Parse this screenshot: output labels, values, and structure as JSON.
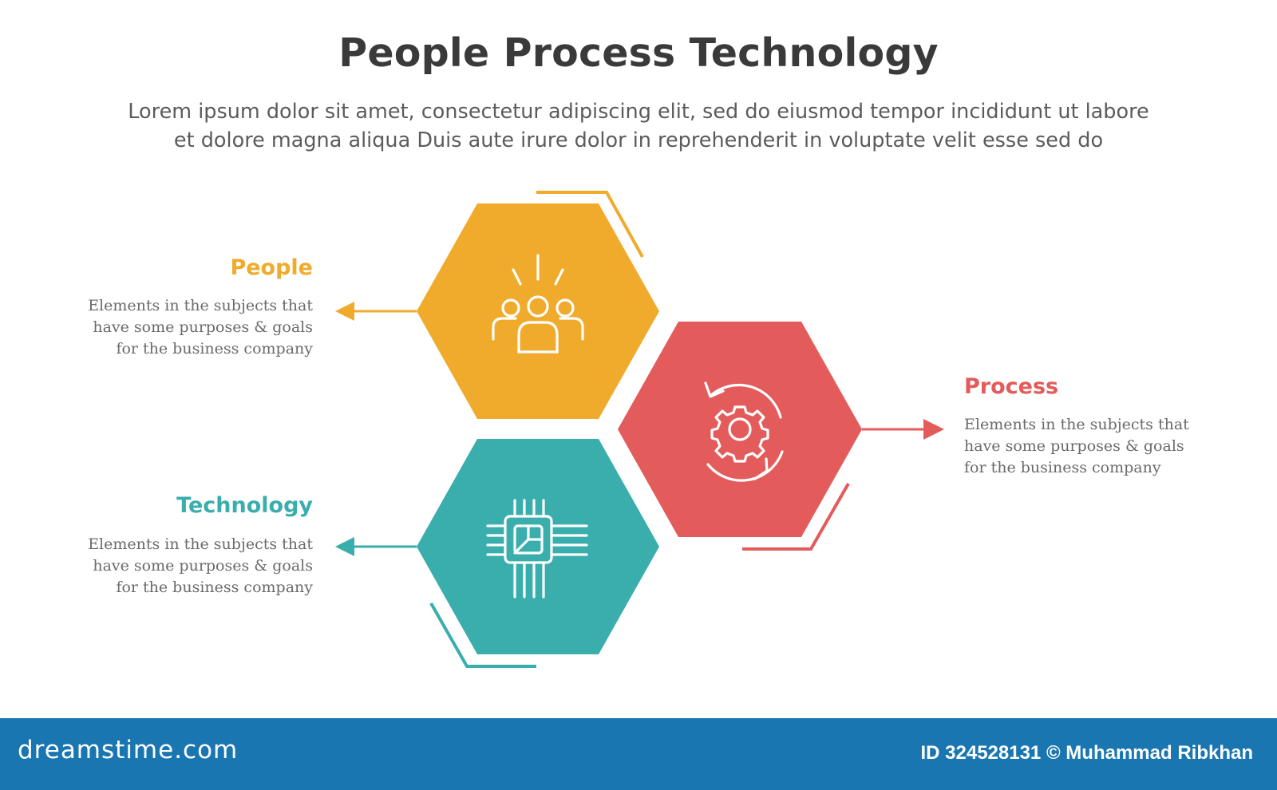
{
  "header": {
    "title": "People Process Technology",
    "subtitle_line1": "Lorem ipsum dolor sit amet, consectetur adipiscing elit, sed do eiusmod tempor incididunt ut labore",
    "subtitle_line2": "et dolore magna aliqua Duis aute irure dolor in reprehenderit in voluptate velit esse sed do"
  },
  "items": [
    {
      "label": "People",
      "color": "#f0ab2c",
      "icon": "people-group-icon",
      "desc_line1": "Elements in the subjects that",
      "desc_line2": "have  some purposes & goals",
      "desc_line3": "for the  business company"
    },
    {
      "label": "Process",
      "color": "#e35b5a",
      "icon": "gear-cycle-icon",
      "desc_line1": "Elements in the subjects that",
      "desc_line2": "have  some purposes & goals",
      "desc_line3": "for the  business company"
    },
    {
      "label": "Technology",
      "color": "#3aadad",
      "icon": "microchip-icon",
      "desc_line1": "Elements in the subjects that",
      "desc_line2": "have  some purposes & goals",
      "desc_line3": "for the  business company"
    }
  ],
  "footer": {
    "logo": "dreamstime.com",
    "credit": "ID 324528131 © Muhammad Ribkhan",
    "color": "#1976b0"
  }
}
